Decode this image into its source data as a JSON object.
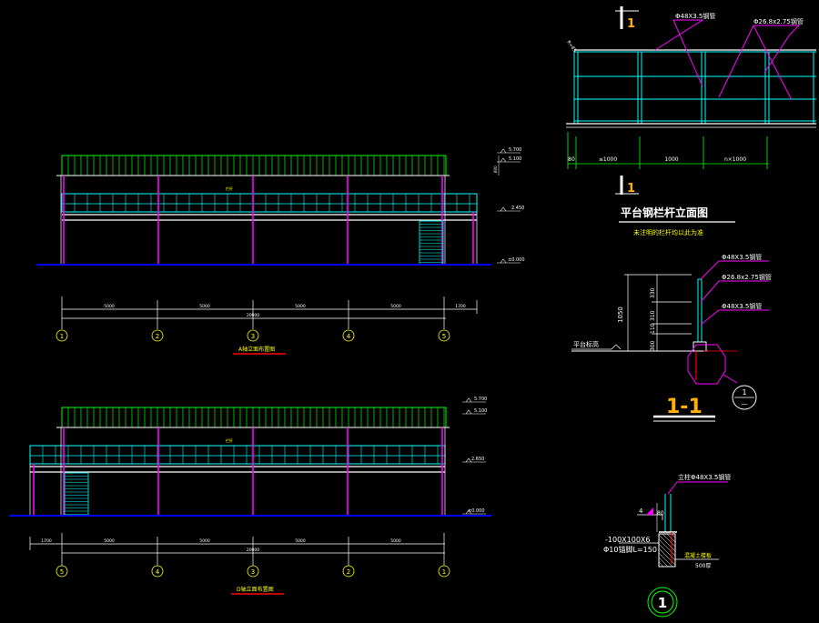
{
  "colors": {
    "background": "#000000",
    "green": "#00ff00",
    "cyan": "#00ffff",
    "magenta": "#ff00ff",
    "white": "#ffffff",
    "yellow": "#ffff00",
    "orange": "#ffb000",
    "red": "#ff0000",
    "blue": "#0000ff"
  },
  "elevation_a": {
    "levels": {
      "top": "5.700",
      "mid": "5.100",
      "deck": "2.450",
      "ground": "±0.000"
    },
    "side_dim": "600",
    "dims": [
      "5000",
      "5000",
      "5000",
      "5000",
      "1700"
    ],
    "total": "20000",
    "axes": [
      "1",
      "2",
      "3",
      "4",
      "5"
    ],
    "mark": "栏杆",
    "title": "A轴立面布置图"
  },
  "elevation_d": {
    "levels": {
      "top": "5.700",
      "mid": "5.100",
      "deck": "2.650",
      "ground": "±0.000"
    },
    "dims": [
      "1700",
      "5000",
      "5000",
      "5000",
      "5000"
    ],
    "total": "20000",
    "axes": [
      "5",
      "4",
      "3",
      "2",
      "1"
    ],
    "mark": "栏杆",
    "title": "D轴立面布置图"
  },
  "railing": {
    "section_mark": "1",
    "pipe_top": "Φ48X3.5钢管",
    "pipe_mid": "Φ26.8x2.75钢管",
    "corner_note": "R=85",
    "dims": [
      "80",
      "≤1000",
      "1000",
      "n×1000"
    ],
    "title": "平台钢栏杆立面图",
    "subtitle": "未注明的栏杆均以此为准"
  },
  "section_1_1": {
    "pipe_top": "Φ48X3.5钢管",
    "pipe_mid": "Φ26.8x2.75钢管",
    "pipe_bottom": "Φ48X3.5钢管",
    "height": "1050",
    "dims": [
      "330",
      "310",
      "110",
      "300"
    ],
    "platform_label": "平台标高",
    "callout_num": "1",
    "callout_sub": "—",
    "title": "1-1"
  },
  "detail_1": {
    "post_label": "立柱Φ48X3.5钢管",
    "weld": "4",
    "dim": "80",
    "plate": "-100X100X6",
    "anchor": "Φ10锚脚L=150",
    "slab": "混凝土楼板",
    "slab_dim": "500厚",
    "title": "1"
  }
}
